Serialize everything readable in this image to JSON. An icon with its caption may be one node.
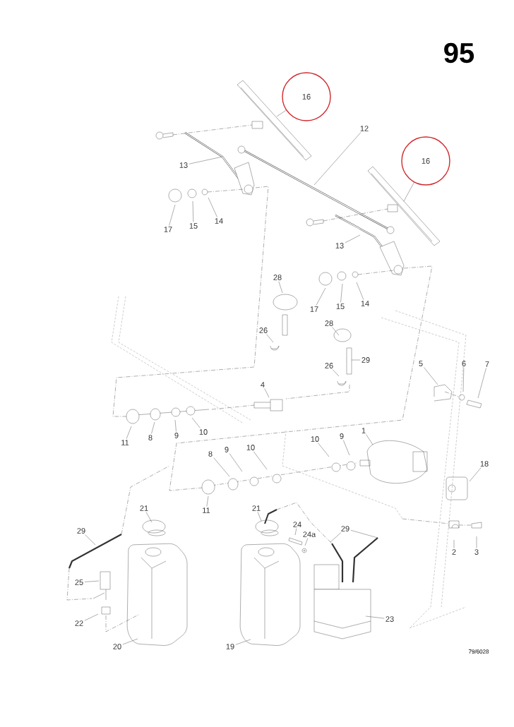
{
  "diagram": {
    "nodes": [
      {
        "text": [
          "16"
        ]
      },
      {
        "text": [
          "16"
        ]
      },
      {
        "text": [
          "12"
        ]
      },
      {
        "text": [
          "13"
        ]
      },
      {
        "text": [
          "17"
        ]
      },
      {
        "text": [
          "15"
        ]
      },
      {
        "text": [
          "14"
        ]
      },
      {
        "text": [
          "13"
        ]
      },
      {
        "text": [
          "17"
        ]
      },
      {
        "text": [
          "15"
        ]
      },
      {
        "text": [
          "14"
        ]
      },
      {
        "text": [
          "28"
        ]
      },
      {
        "text": [
          "28"
        ]
      },
      {
        "text": [
          "26"
        ]
      },
      {
        "text": [
          "29"
        ]
      },
      {
        "text": [
          "26"
        ]
      },
      {
        "text": [
          "5"
        ]
      },
      {
        "text": [
          "6"
        ]
      },
      {
        "text": [
          "7"
        ]
      },
      {
        "text": [
          "4"
        ]
      },
      {
        "text": [
          "11"
        ]
      },
      {
        "text": [
          "8"
        ]
      },
      {
        "text": [
          "9"
        ]
      },
      {
        "text": [
          "10"
        ]
      },
      {
        "text": [
          "1"
        ]
      },
      {
        "text": [
          "10"
        ]
      },
      {
        "text": [
          "9"
        ]
      },
      {
        "text": [
          "10"
        ]
      },
      {
        "text": [
          "9"
        ]
      },
      {
        "text": [
          "8"
        ]
      },
      {
        "text": [
          "18"
        ]
      },
      {
        "text": [
          "11"
        ]
      },
      {
        "text": [
          "21"
        ]
      },
      {
        "text": [
          "21"
        ]
      },
      {
        "text": [
          "24"
        ]
      },
      {
        "text": [
          "24a"
        ]
      },
      {
        "text": [
          "29"
        ]
      },
      {
        "text": [
          "29"
        ]
      },
      {
        "text": [
          "2"
        ]
      },
      {
        "text": [
          "3"
        ]
      },
      {
        "text": [
          "25"
        ]
      },
      {
        "text": [
          "22"
        ]
      },
      {
        "text": [
          "23"
        ]
      },
      {
        "text": [
          "20"
        ]
      },
      {
        "text": [
          "19"
        ]
      }
    ],
    "edges": [
      {
        "from": 0,
        "to": null,
        "arrow": "none"
      },
      {
        "from": 1,
        "to": null,
        "arrow": "none"
      },
      {
        "from": 2,
        "to": null,
        "arrow": "none"
      },
      {
        "from": 3,
        "to": null,
        "arrow": "none"
      },
      {
        "from": 4,
        "to": null,
        "arrow": "none"
      },
      {
        "from": 5,
        "to": null,
        "arrow": "none"
      },
      {
        "from": 6,
        "to": null,
        "arrow": "none"
      },
      {
        "from": 7,
        "to": null,
        "arrow": "none"
      },
      {
        "from": 8,
        "to": null,
        "arrow": "none"
      },
      {
        "from": 9,
        "to": null,
        "arrow": "none"
      },
      {
        "from": 10,
        "to": null,
        "arrow": "none"
      },
      {
        "from": 11,
        "to": null,
        "arrow": "none"
      },
      {
        "from": 12,
        "to": null,
        "arrow": "none"
      },
      {
        "from": 13,
        "to": null,
        "arrow": "none"
      },
      {
        "from": 14,
        "to": null,
        "arrow": "none"
      },
      {
        "from": 15,
        "to": null,
        "arrow": "none"
      },
      {
        "from": 16,
        "to": null,
        "arrow": "none"
      },
      {
        "from": 17,
        "to": null,
        "arrow": "none"
      },
      {
        "from": 18,
        "to": null,
        "arrow": "none"
      },
      {
        "from": 19,
        "to": null,
        "arrow": "none"
      },
      {
        "from": 20,
        "to": null,
        "arrow": "none"
      },
      {
        "from": 21,
        "to": null,
        "arrow": "none"
      },
      {
        "from": 22,
        "to": null,
        "arrow": "none"
      },
      {
        "from": 23,
        "to": null,
        "arrow": "none"
      },
      {
        "from": 24,
        "to": null,
        "arrow": "none"
      },
      {
        "from": 25,
        "to": null,
        "arrow": "none"
      },
      {
        "from": 26,
        "to": null,
        "arrow": "none"
      },
      {
        "from": 27,
        "to": null,
        "arrow": "none"
      },
      {
        "from": 28,
        "to": null,
        "arrow": "none"
      },
      {
        "from": 29,
        "to": null,
        "arrow": "none"
      },
      {
        "from": 30,
        "to": null,
        "arrow": "none"
      },
      {
        "from": 31,
        "to": null,
        "arrow": "none"
      },
      {
        "from": 32,
        "to": null,
        "arrow": "none"
      },
      {
        "from": 33,
        "to": null,
        "arrow": "none"
      },
      {
        "from": 34,
        "to": null,
        "arrow": "none"
      },
      {
        "from": 35,
        "to": null,
        "arrow": "none"
      },
      {
        "from": 36,
        "to": null,
        "arrow": "none"
      },
      {
        "from": 36,
        "to": null,
        "arrow": "none"
      },
      {
        "from": 37,
        "to": null,
        "arrow": "none"
      },
      {
        "from": 38,
        "to": null,
        "arrow": "none"
      },
      {
        "from": 39,
        "to": null,
        "arrow": "none"
      },
      {
        "from": 40,
        "to": null,
        "arrow": "none"
      },
      {
        "from": 41,
        "to": null,
        "arrow": "none"
      },
      {
        "from": 42,
        "to": null,
        "arrow": "none"
      },
      {
        "from": 43,
        "to": null,
        "arrow": "none"
      },
      {
        "from": 44,
        "to": null,
        "arrow": "none"
      }
    ],
    "labels": [
      "95",
      "79/6028"
    ]
  }
}
